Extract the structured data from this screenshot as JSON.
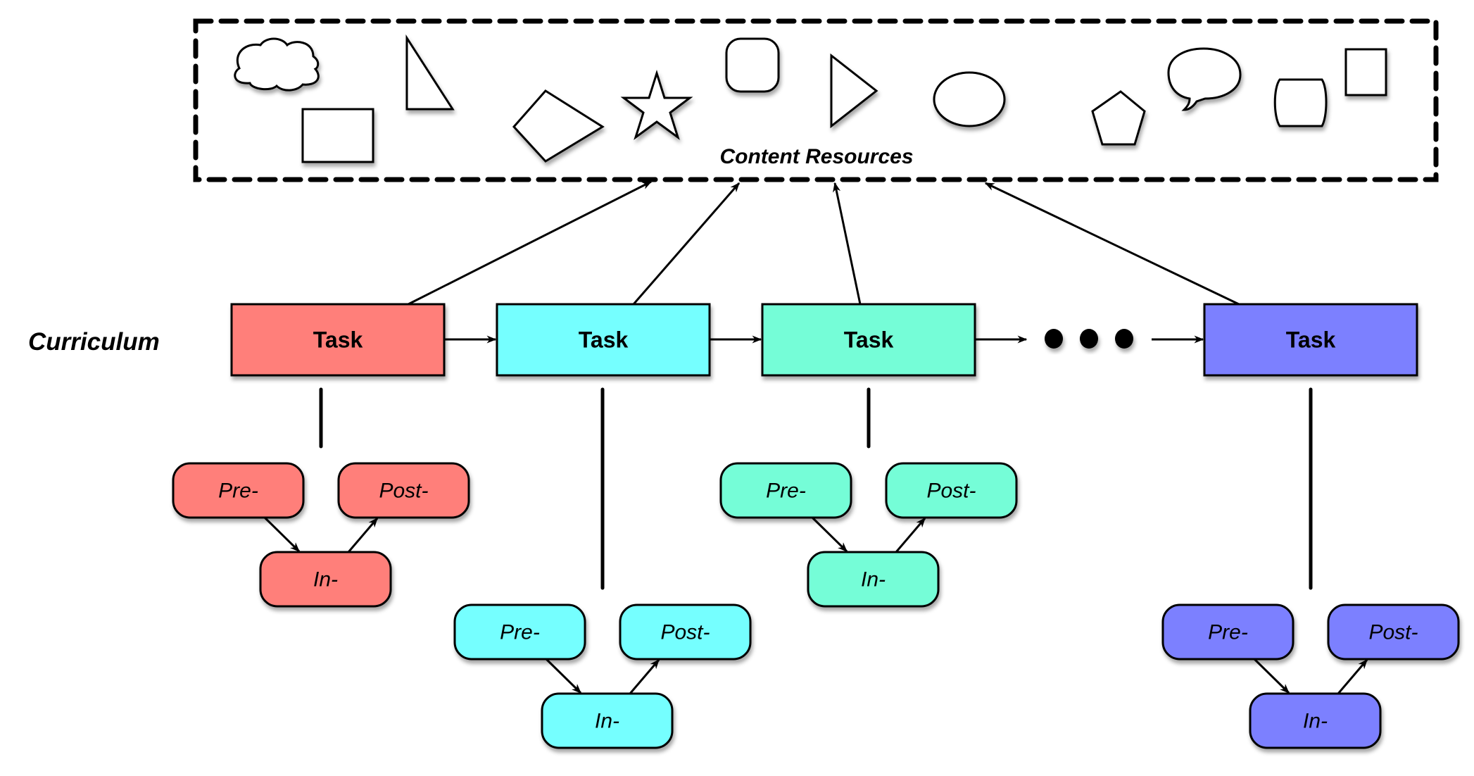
{
  "diagram": {
    "curriculum_label": "Curriculum",
    "resources_label": "Content Resources",
    "ellipsis": "•••",
    "resource_shapes": [
      "cloud",
      "rectangle",
      "right-triangle",
      "diamond",
      "star",
      "rounded-square",
      "play-triangle",
      "ellipse",
      "pentagon",
      "speech-bubble",
      "barrel",
      "square"
    ],
    "tasks": [
      {
        "label": "Task",
        "color": "#ff7f7a",
        "phases": {
          "pre": "Pre-",
          "in": "In-",
          "post": "Post-"
        }
      },
      {
        "label": "Task",
        "color": "#74ffff",
        "phases": {
          "pre": "Pre-",
          "in": "In-",
          "post": "Post-"
        }
      },
      {
        "label": "Task",
        "color": "#75fdd7",
        "phases": {
          "pre": "Pre-",
          "in": "In-",
          "post": "Post-"
        }
      },
      {
        "label": "Task",
        "color": "#7b80ff",
        "phases": {
          "pre": "Pre-",
          "in": "In-",
          "post": "Post-"
        }
      }
    ]
  }
}
